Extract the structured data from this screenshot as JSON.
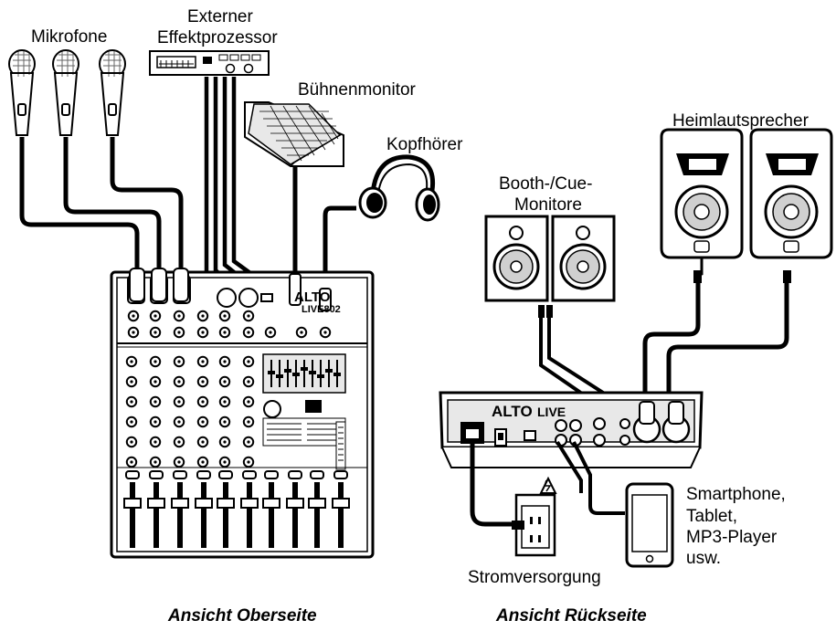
{
  "labels": {
    "microphones": "Mikrofone",
    "effects_line1": "Externer",
    "effects_line2": "Effektprozessor",
    "stage_monitor": "Bühnenmonitor",
    "headphones": "Kopfhörer",
    "home_speakers": "Heimlautsprecher",
    "booth_line1": "Booth-/Cue-",
    "booth_line2": "Monitore",
    "device_line1": "Smartphone,",
    "device_line2": "Tablet,",
    "device_line3": "MP3-Player",
    "device_line4": "usw.",
    "power": "Stromversorgung"
  },
  "captions": {
    "top_view": "Ansicht Oberseite",
    "rear_view": "Ansicht Rückseite"
  },
  "brand": {
    "logo_text": "ALTO",
    "model_text": "LIVE802",
    "rear_model_text": "LIVE"
  },
  "colors": {
    "line": "#000000",
    "mixer_face": "#ffffff",
    "panel_gray": "#e8e8e8",
    "speaker_gray": "#d0d0d0"
  }
}
